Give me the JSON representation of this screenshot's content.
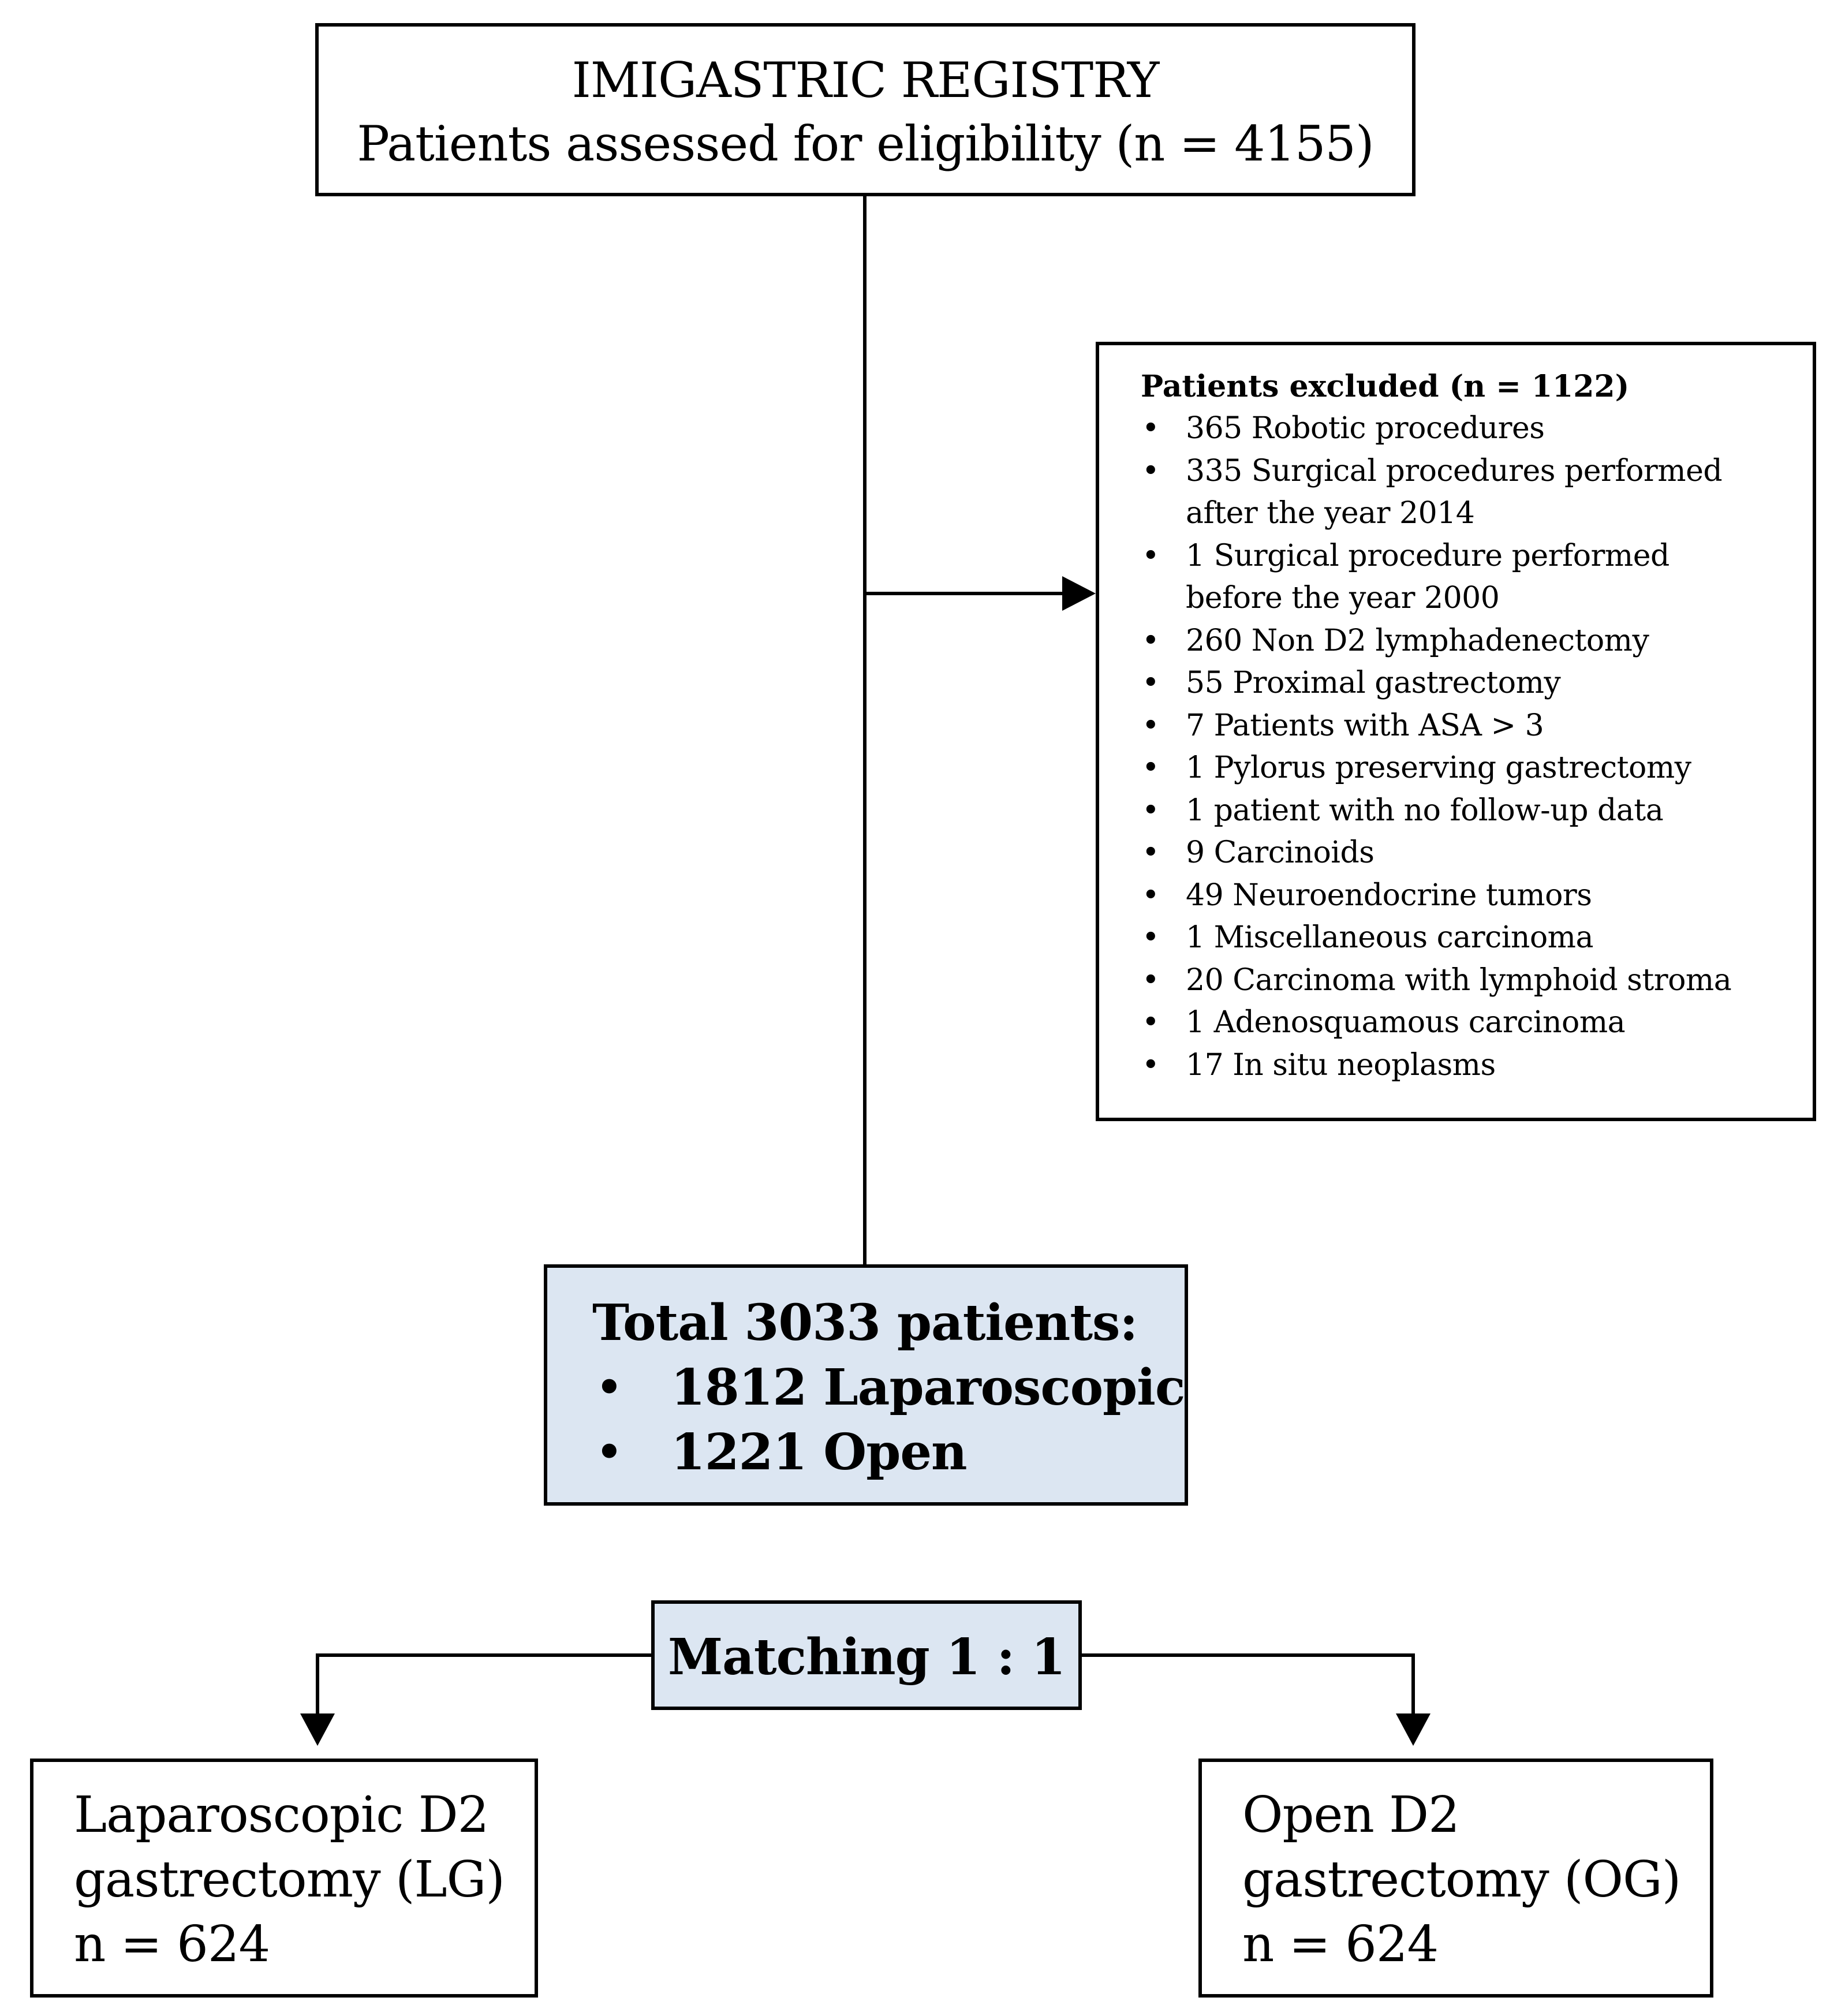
{
  "registry": {
    "title": "IMIGASTRIC REGISTRY",
    "subtitle": "Patients assessed for eligibility (n = 4155)"
  },
  "excluded": {
    "title": "Patients excluded (n = 1122)",
    "bullet": "•",
    "items": [
      "365 Robotic procedures",
      "335 Surgical procedures performed",
      "after the year 2014",
      "1 Surgical procedure performed",
      "before the year 2000",
      "260 Non D2 lymphadenectomy",
      "55 Proximal gastrectomy",
      "7 Patients with ASA > 3",
      "1 Pylorus preserving gastrectomy",
      "1 patient with no follow-up data",
      "9 Carcinoids",
      "49 Neuroendocrine tumors",
      "1 Miscellaneous carcinoma",
      "20 Carcinoma with lymphoid stroma",
      "1 Adenosquamous carcinoma",
      "17 In situ neoplasms"
    ],
    "continuation_lines": [
      2,
      4
    ]
  },
  "total": {
    "title": "Total 3033 patients:",
    "bullet": "•",
    "items": [
      "1812 Laparoscopic",
      "1221 Open"
    ]
  },
  "matching": {
    "label": "Matching 1 : 1"
  },
  "arms": {
    "lg": {
      "line1": "Laparoscopic D2",
      "line2": "gastrectomy (LG)",
      "line3": "n = 624"
    },
    "og": {
      "line1": "Open D2",
      "line2": "gastrectomy (OG)",
      "line3": "n = 624"
    }
  },
  "colors": {
    "shaded_fill": "#dce6f2",
    "line": "#000000"
  }
}
